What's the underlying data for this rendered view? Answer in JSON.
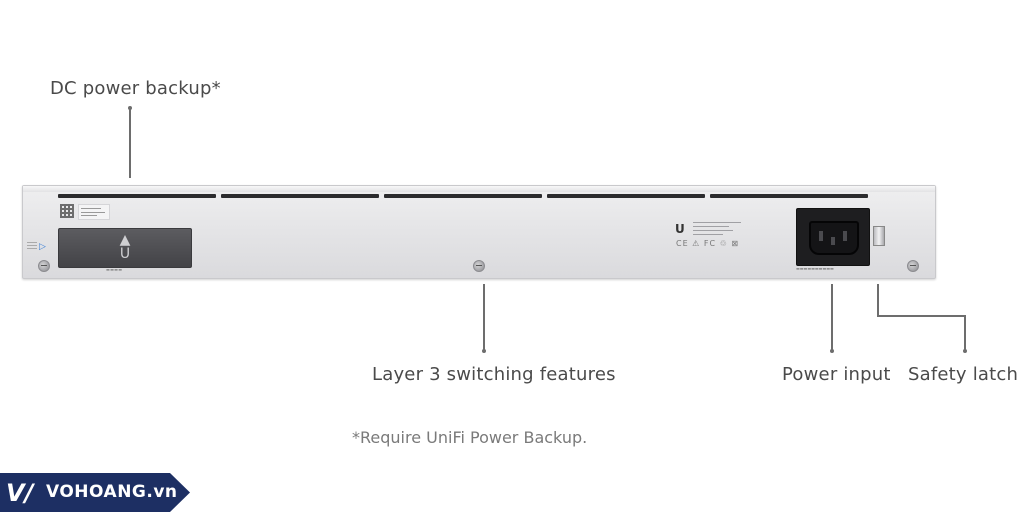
{
  "callouts": {
    "dc_power_backup": "DC power backup*",
    "layer3": "Layer 3 switching features",
    "power_input": "Power input",
    "safety_latch": "Safety latch"
  },
  "footnote": "*Require UniFi Power Backup.",
  "watermark": {
    "mark": "V/",
    "text": "VOHOANG.vn"
  },
  "device": {
    "brand_logo": "U",
    "backup_slot_icon": "U",
    "cert_marks": "CE ⚠ FC ♲ ⊠"
  },
  "colors": {
    "watermark_bg": "#1d2f63",
    "leader_line": "#6d6d6d"
  }
}
